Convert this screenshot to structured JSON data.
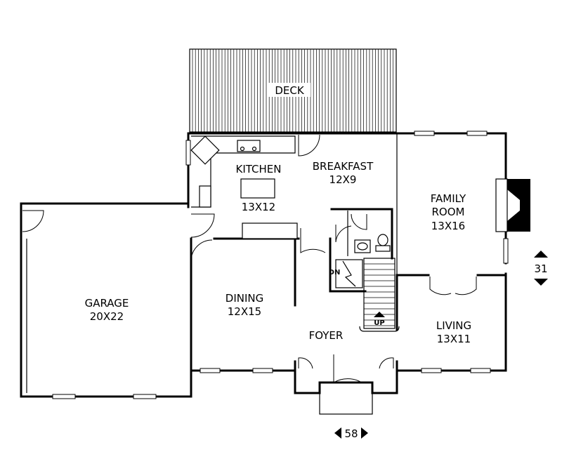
{
  "rooms": {
    "deck": {
      "name": "DECK"
    },
    "kitchen": {
      "name": "KITCHEN",
      "size": "13X12"
    },
    "breakfast": {
      "name": "BREAKFAST",
      "size": "12X9"
    },
    "family_room": {
      "name_line1": "FAMILY",
      "name_line2": "ROOM",
      "size": "13X16"
    },
    "garage": {
      "name": "GARAGE",
      "size": "20X22"
    },
    "dining": {
      "name": "DINING",
      "size": "12X15"
    },
    "foyer": {
      "name": "FOYER"
    },
    "living": {
      "name": "LIVING",
      "size": "13X11"
    }
  },
  "stairs": {
    "down_label": "DN",
    "up_label": "UP"
  },
  "dimensions": {
    "width": "58",
    "depth": "31"
  }
}
